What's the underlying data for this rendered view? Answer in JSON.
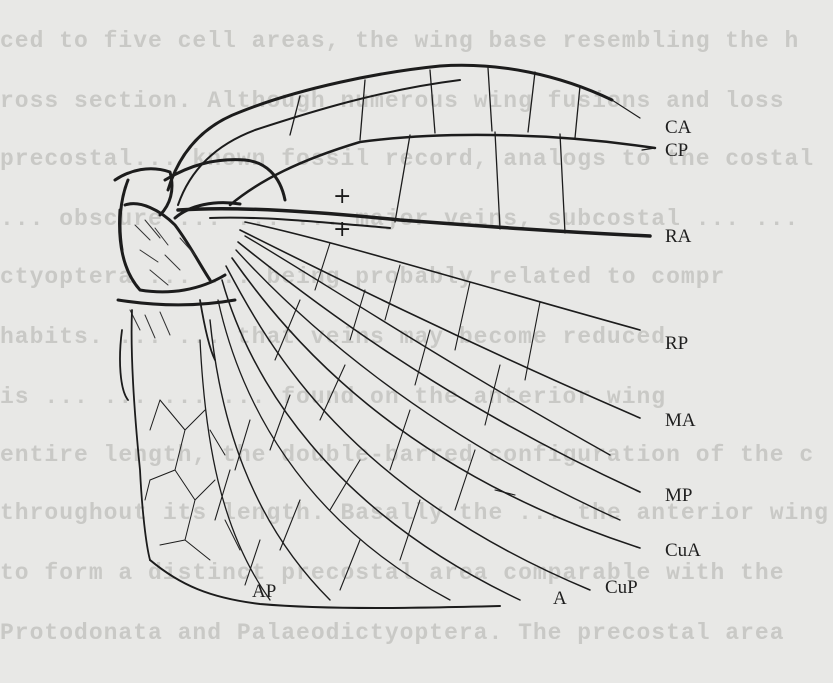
{
  "background_text": [
    "ced to five cell areas, the wing base resembling the h",
    "ross section. Although numerous wing fusions and loss",
    "precostal... known fossil record, analogs to the costal",
    "... obscure ... ... ... major veins, subcostal ... ...",
    "ctyoptera ... ... being probably related to compr",
    "habits. ... ... that veins may become reduced",
    "is ... ... ... ... found on the anterior wing",
    "entire length, the double-barred configuration of the c",
    "throughout its length. Basally the ... the anterior wing",
    "to form a distinct precostal area comparable with the",
    "Protodonata and Palaeodictyoptera. The precostal area"
  ],
  "labels": {
    "ca": "CA",
    "cp": "CP",
    "ra": "RA",
    "rp": "RP",
    "ma": "MA",
    "mp": "MP",
    "cua": "CuA",
    "cup": "CuP",
    "a": "A",
    "ap": "AP"
  },
  "markers": {
    "plus_upper": "+",
    "plus_lower": "+"
  }
}
